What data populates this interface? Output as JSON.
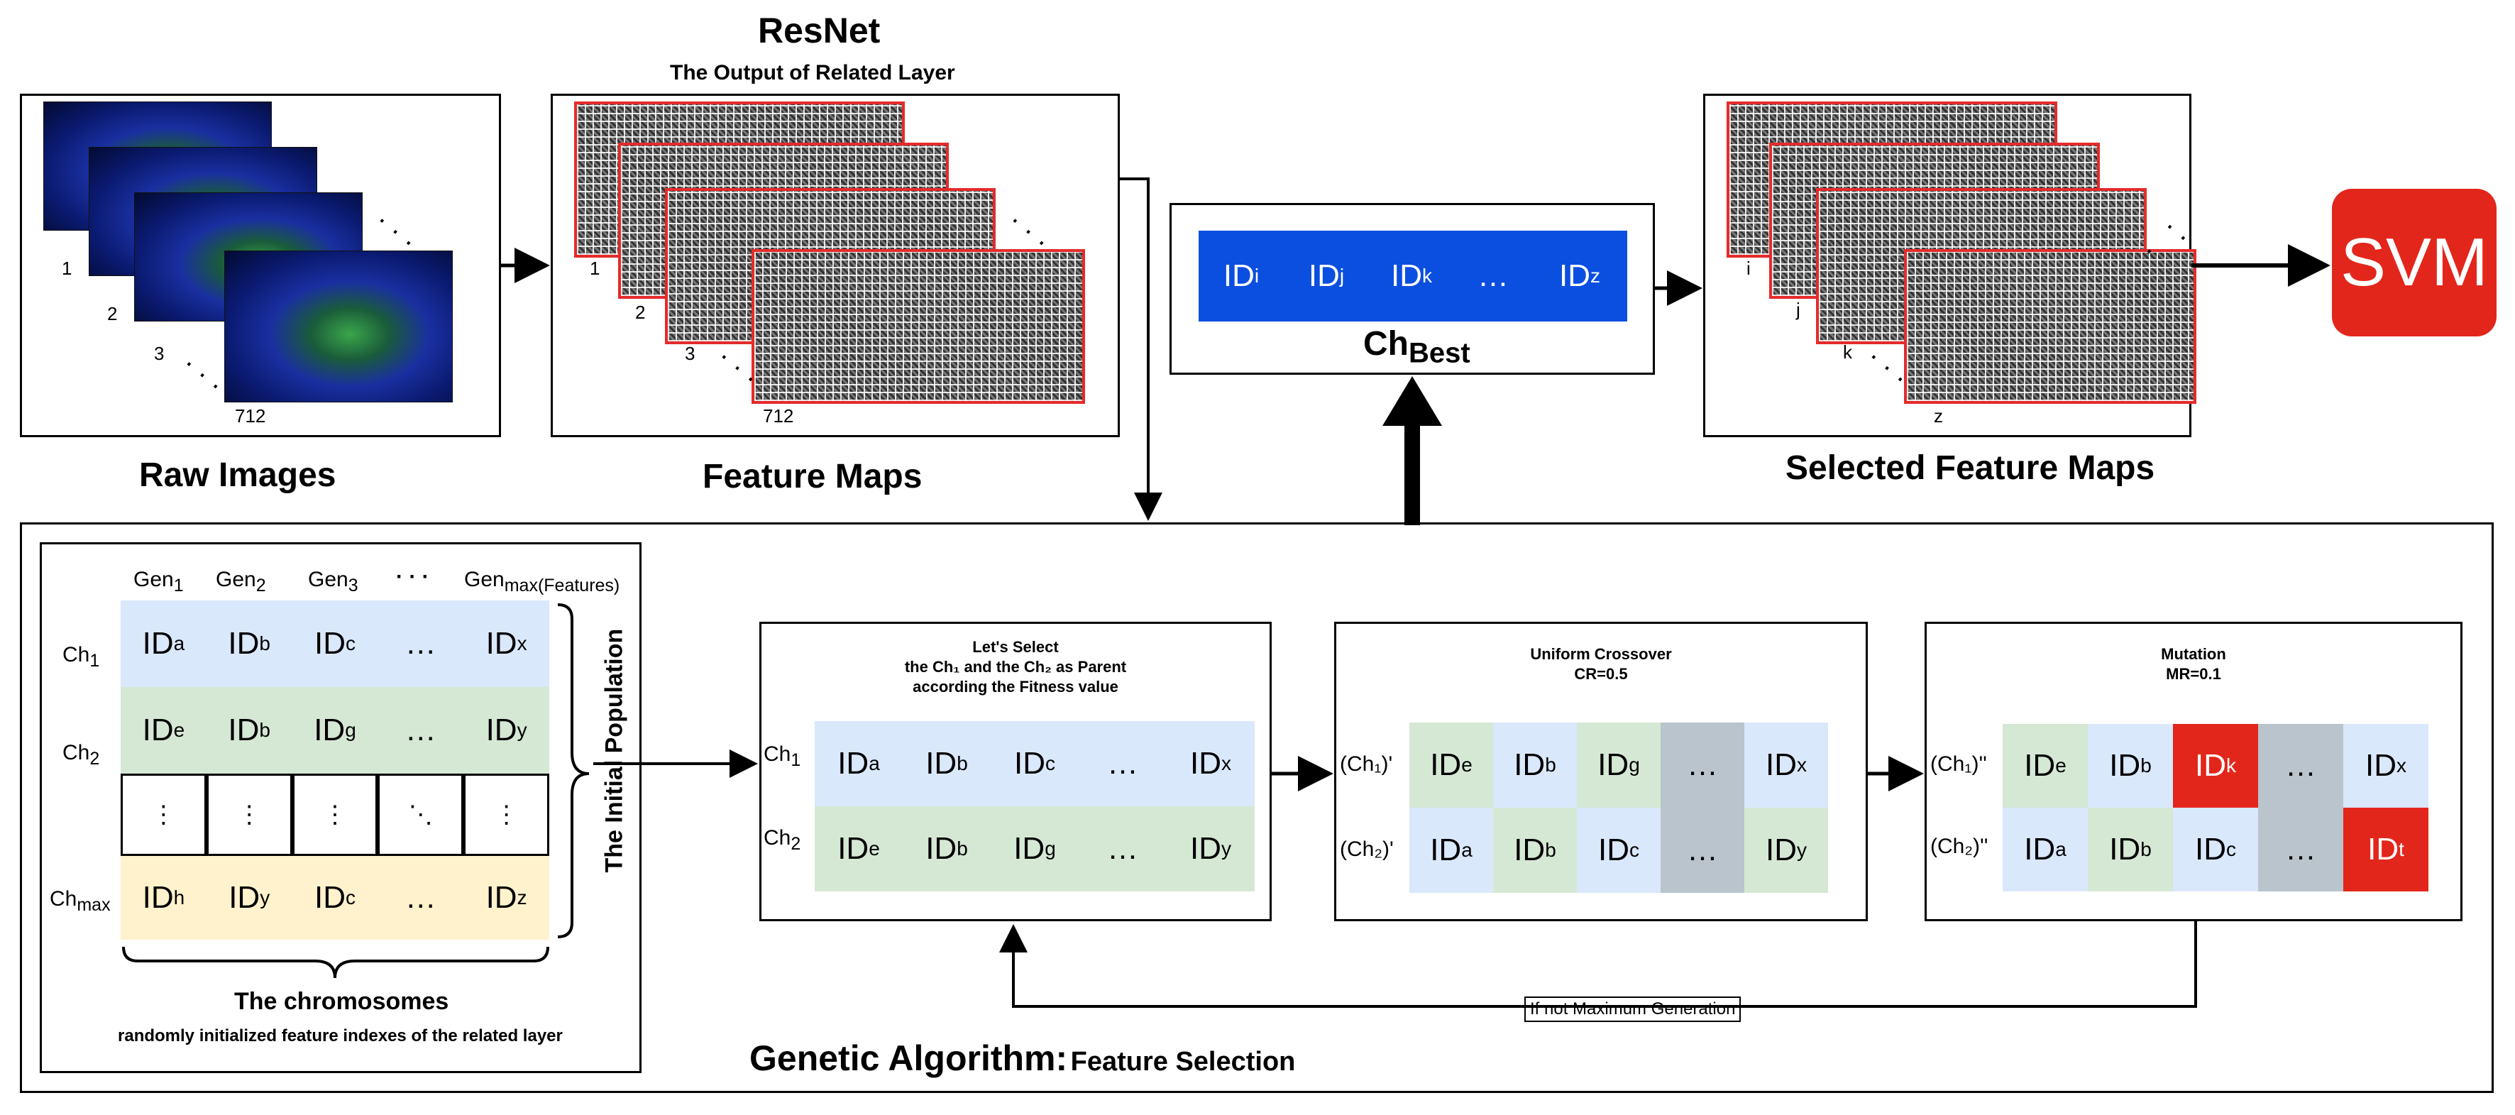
{
  "top": {
    "resnet_title": "ResNet",
    "resnet_subtitle": "The Output of Related Layer",
    "raw_images_label": "Raw Images",
    "feature_maps_label": "Feature Maps",
    "selected_label": "Selected Feature Maps",
    "svm_label": "SVM",
    "raw_indices": [
      "1",
      "2",
      "3",
      "712"
    ],
    "fm_indices": [
      "1",
      "2",
      "3",
      "712"
    ],
    "sel_indices": [
      "i",
      "j",
      "k",
      "z"
    ],
    "dots": "· · ·"
  },
  "best": {
    "ids": [
      {
        "base": "ID",
        "sub": "i"
      },
      {
        "base": "ID",
        "sub": "j"
      },
      {
        "base": "ID",
        "sub": "k"
      },
      {
        "base": "…",
        "sub": ""
      },
      {
        "base": "ID",
        "sub": "z"
      }
    ],
    "label_base": "Ch",
    "label_sub": "Best"
  },
  "population": {
    "headers": [
      {
        "base": "Gen",
        "sub": "1"
      },
      {
        "base": "Gen",
        "sub": "2"
      },
      {
        "base": "Gen",
        "sub": "3"
      },
      {
        "base": "· · ·",
        "sub": ""
      },
      {
        "base": "Gen",
        "sub": "max(Features)"
      }
    ],
    "row_labels": [
      {
        "base": "Ch",
        "sub": "1"
      },
      {
        "base": "Ch",
        "sub": "2"
      },
      {
        "base": "Ch",
        "sub": "max"
      }
    ],
    "rows": [
      [
        {
          "b": "ID",
          "s": "a"
        },
        {
          "b": "ID",
          "s": "b"
        },
        {
          "b": "ID",
          "s": "c"
        },
        {
          "b": "…",
          "s": ""
        },
        {
          "b": "ID",
          "s": "x"
        }
      ],
      [
        {
          "b": "ID",
          "s": "e"
        },
        {
          "b": "ID",
          "s": "b"
        },
        {
          "b": "ID",
          "s": "g"
        },
        {
          "b": "…",
          "s": ""
        },
        {
          "b": "ID",
          "s": "y"
        }
      ],
      [
        {
          "b": "⋮",
          "s": ""
        },
        {
          "b": "⋮",
          "s": ""
        },
        {
          "b": "⋮",
          "s": ""
        },
        {
          "b": "⋱",
          "s": ""
        },
        {
          "b": "⋮",
          "s": ""
        }
      ],
      [
        {
          "b": "ID",
          "s": "h"
        },
        {
          "b": "ID",
          "s": "y"
        },
        {
          "b": "ID",
          "s": "c"
        },
        {
          "b": "…",
          "s": ""
        },
        {
          "b": "ID",
          "s": "z"
        }
      ]
    ],
    "side_label": "The Initial Population",
    "bottom_title": "The chromosomes",
    "bottom_sub": "randomly initialized feature indexes of the related layer"
  },
  "select": {
    "title_line1": "Let's Select",
    "title_line2": "the Ch₁ and the Ch₂ as Parent",
    "title_line3": "according the Fitness value",
    "row_labels": [
      {
        "base": "Ch",
        "sub": "1"
      },
      {
        "base": "Ch",
        "sub": "2"
      }
    ],
    "rows": [
      [
        {
          "b": "ID",
          "s": "a"
        },
        {
          "b": "ID",
          "s": "b"
        },
        {
          "b": "ID",
          "s": "c"
        },
        {
          "b": "…",
          "s": ""
        },
        {
          "b": "ID",
          "s": "x"
        }
      ],
      [
        {
          "b": "ID",
          "s": "e"
        },
        {
          "b": "ID",
          "s": "b"
        },
        {
          "b": "ID",
          "s": "g"
        },
        {
          "b": "…",
          "s": ""
        },
        {
          "b": "ID",
          "s": "y"
        }
      ]
    ]
  },
  "crossover": {
    "title": "Uniform Crossover",
    "subtitle": "CR=0.5",
    "row_labels": [
      "(Ch₁)'",
      "(Ch₂)'"
    ],
    "rows": [
      [
        {
          "b": "ID",
          "s": "e",
          "c": "green"
        },
        {
          "b": "ID",
          "s": "b",
          "c": "blue"
        },
        {
          "b": "ID",
          "s": "g",
          "c": "green"
        },
        {
          "b": "…",
          "s": "",
          "c": "grey"
        },
        {
          "b": "ID",
          "s": "x",
          "c": "blue"
        }
      ],
      [
        {
          "b": "ID",
          "s": "a",
          "c": "blue"
        },
        {
          "b": "ID",
          "s": "b",
          "c": "green"
        },
        {
          "b": "ID",
          "s": "c",
          "c": "blue"
        },
        {
          "b": "…",
          "s": "",
          "c": "grey"
        },
        {
          "b": "ID",
          "s": "y",
          "c": "green"
        }
      ]
    ]
  },
  "mutation": {
    "title": "Mutation",
    "subtitle": "MR=0.1",
    "row_labels": [
      "(Ch₁)''",
      "(Ch₂)''"
    ],
    "rows": [
      [
        {
          "b": "ID",
          "s": "e",
          "c": "green"
        },
        {
          "b": "ID",
          "s": "b",
          "c": "blue"
        },
        {
          "b": "ID",
          "s": "k",
          "c": "red"
        },
        {
          "b": "…",
          "s": "",
          "c": "grey"
        },
        {
          "b": "ID",
          "s": "x",
          "c": "blue"
        }
      ],
      [
        {
          "b": "ID",
          "s": "a",
          "c": "blue"
        },
        {
          "b": "ID",
          "s": "b",
          "c": "green"
        },
        {
          "b": "ID",
          "s": "c",
          "c": "blue"
        },
        {
          "b": "…",
          "s": "",
          "c": "grey"
        },
        {
          "b": "ID",
          "s": "t",
          "c": "red"
        }
      ]
    ]
  },
  "loop_label": "If not Maximum Generation",
  "ga_title_main": "Genetic Algorithm:",
  "ga_title_sub": "Feature Selection",
  "colors": {
    "blue": "#dae8fc",
    "green": "#d5e8d4",
    "yellow": "#fff2cc",
    "grey": "#b9c4cc",
    "red": "#e3261b",
    "best": "#0b4fe0",
    "svm": "#e3261b",
    "border": "#e52b2b"
  }
}
